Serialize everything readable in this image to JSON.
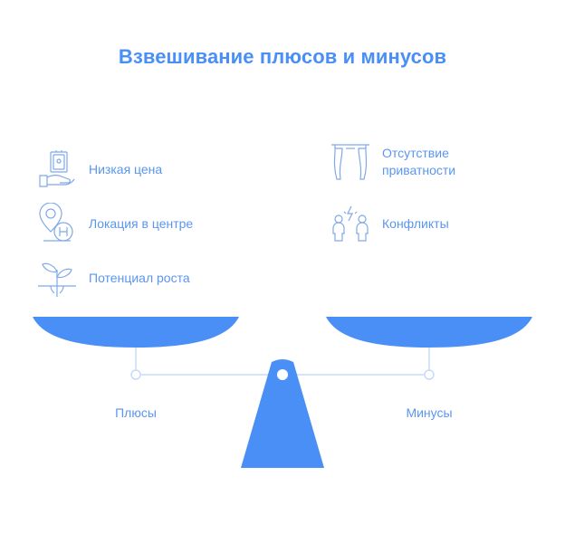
{
  "title": "Взвешивание плюсов и минусов",
  "pros": {
    "label": "Плюсы",
    "items": [
      {
        "text": "Низкая цена",
        "icon": "price-tag-hand-icon"
      },
      {
        "text": "Локация в центре",
        "icon": "location-pin-icon"
      },
      {
        "text": "Потенциал роста",
        "icon": "sprout-growth-icon"
      }
    ]
  },
  "cons": {
    "label": "Минусы",
    "items": [
      {
        "text": "Отсутствие приватности",
        "icon": "curtains-icon"
      },
      {
        "text": "Конфликты",
        "icon": "conflict-people-icon"
      }
    ]
  },
  "colors": {
    "accent": "#4a8ff5",
    "text": "#5a96f0",
    "line": "#c8dbf7"
  }
}
